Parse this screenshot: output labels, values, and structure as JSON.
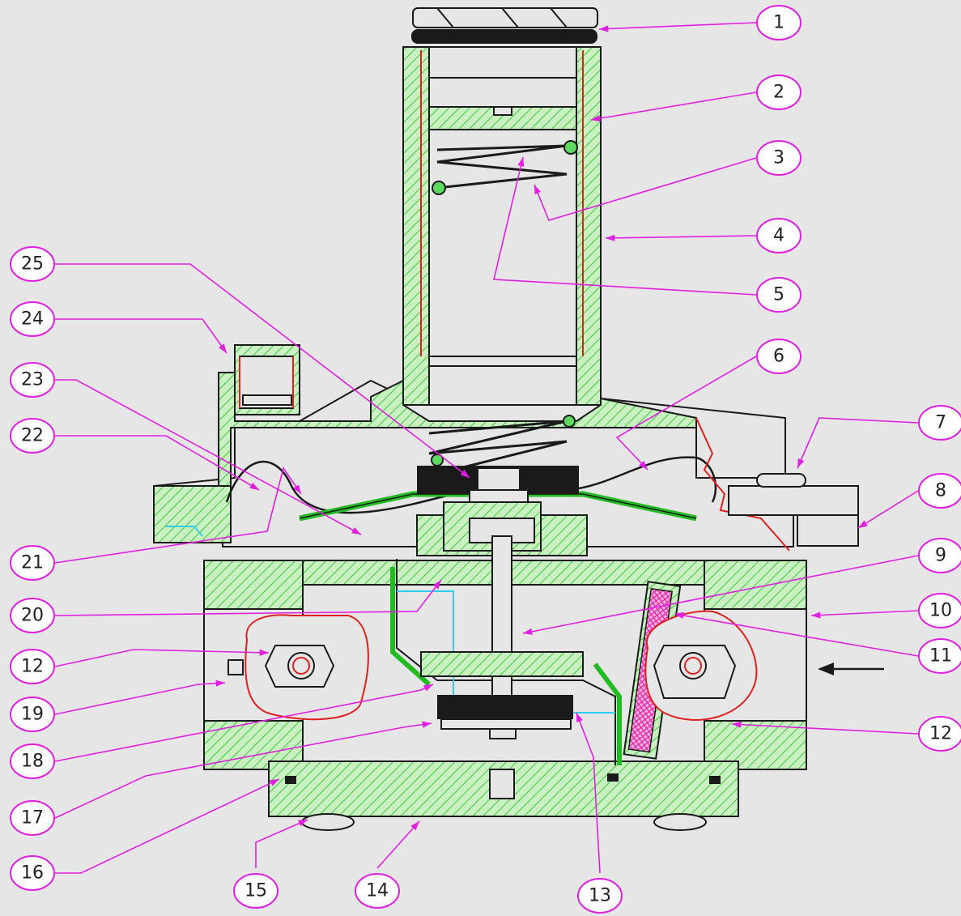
{
  "colors": {
    "background": "#e6e6e6",
    "hatch_fill": "#c8f0c0",
    "hatch_line": "#22bb22",
    "callout": "#e020e0",
    "seal_red": "#e02020",
    "passage_cyan": "#33ccee",
    "filter_pink": "#f060c0"
  },
  "callouts": [
    {
      "label": "1"
    },
    {
      "label": "2"
    },
    {
      "label": "3"
    },
    {
      "label": "4"
    },
    {
      "label": "5"
    },
    {
      "label": "6"
    },
    {
      "label": "7"
    },
    {
      "label": "8"
    },
    {
      "label": "9"
    },
    {
      "label": "10"
    },
    {
      "label": "11"
    },
    {
      "label": "12"
    },
    {
      "label": "25"
    },
    {
      "label": "24"
    },
    {
      "label": "23"
    },
    {
      "label": "22"
    },
    {
      "label": "21"
    },
    {
      "label": "20"
    },
    {
      "label": "12"
    },
    {
      "label": "19"
    },
    {
      "label": "18"
    },
    {
      "label": "17"
    },
    {
      "label": "16"
    },
    {
      "label": "15"
    },
    {
      "label": "14"
    },
    {
      "label": "13"
    }
  ],
  "flow_arrow": "arrow-left-icon"
}
